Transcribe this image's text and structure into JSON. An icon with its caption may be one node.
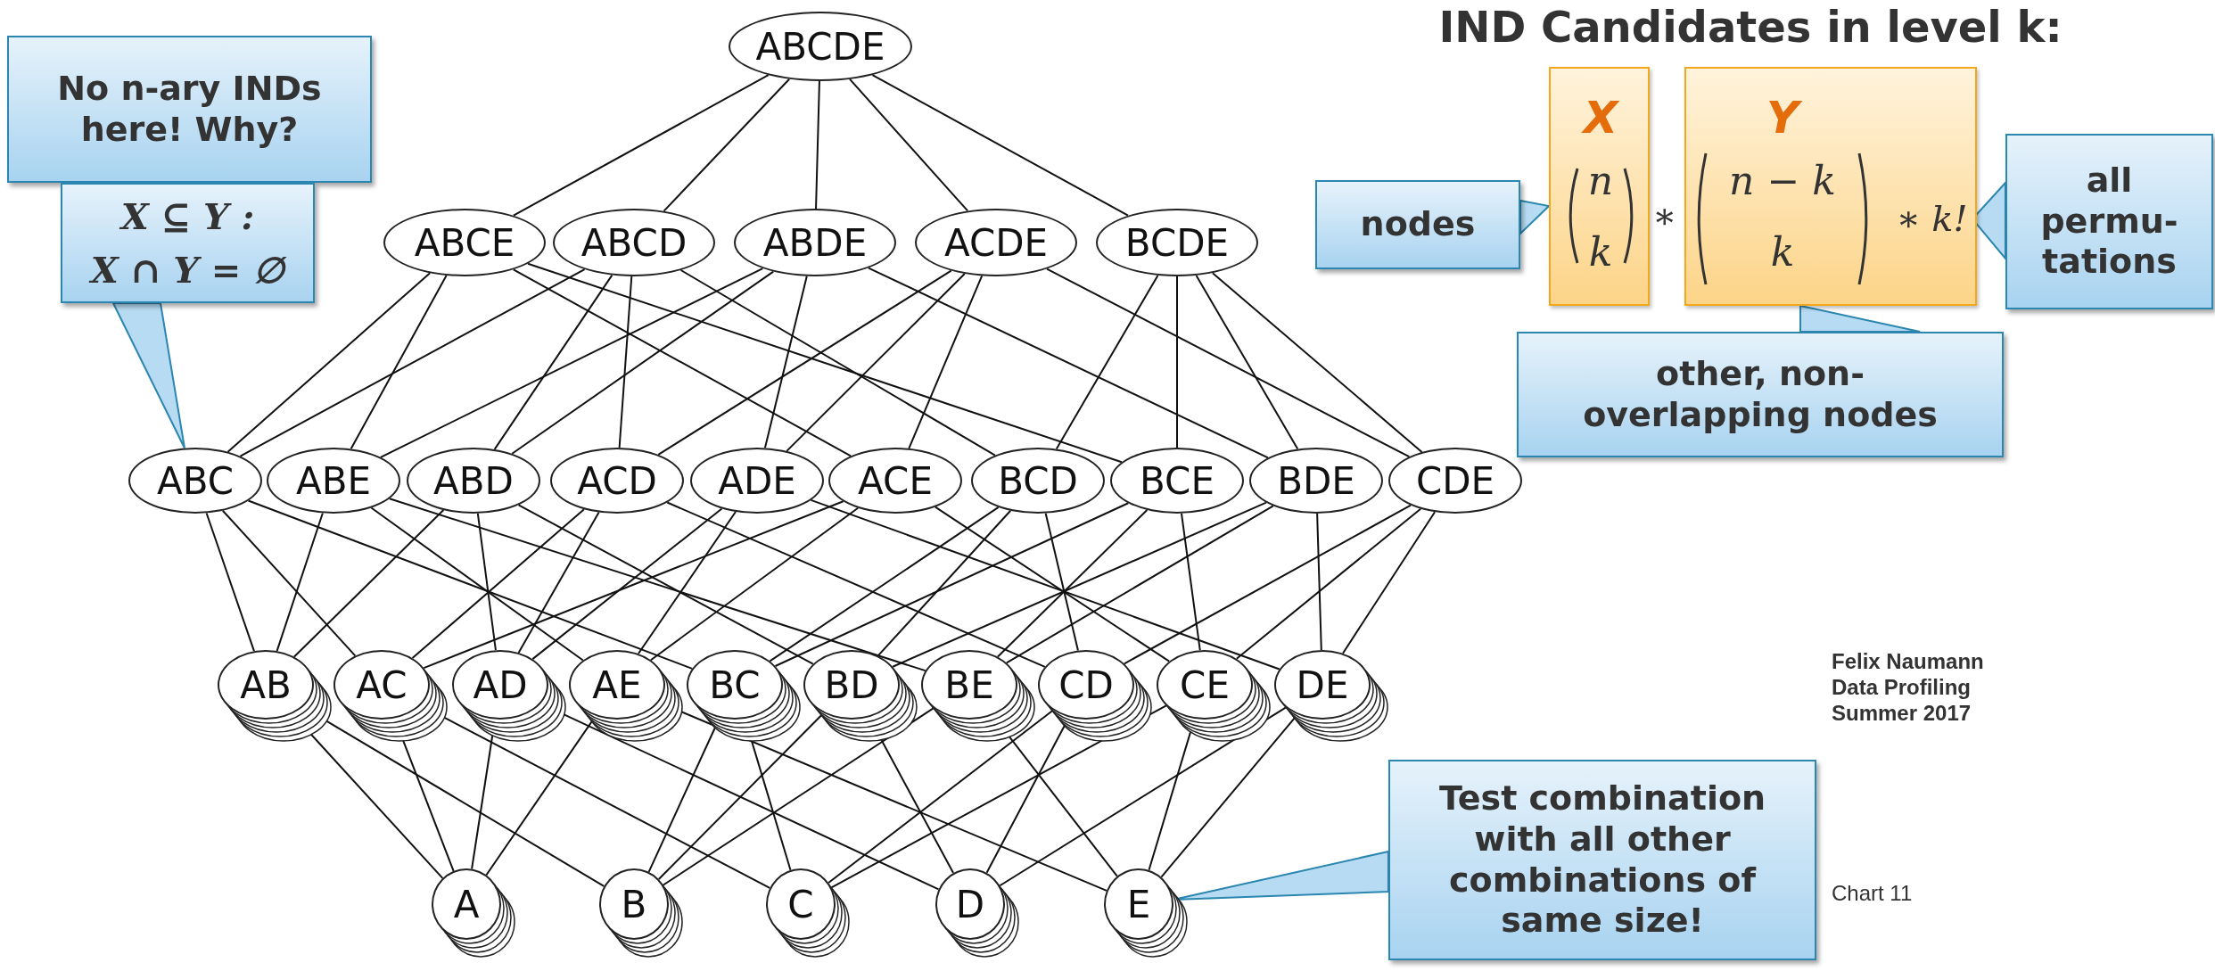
{
  "diagram": {
    "title": "IND Candidates in level k:",
    "nodes": [
      {
        "text": [
          "ABCDE"
        ]
      },
      {
        "text": [
          "ABCE"
        ]
      },
      {
        "text": [
          "ABCD"
        ]
      },
      {
        "text": [
          "ABDE"
        ]
      },
      {
        "text": [
          "ACDE"
        ]
      },
      {
        "text": [
          "BCDE"
        ]
      },
      {
        "text": [
          "ABC"
        ]
      },
      {
        "text": [
          "ABE"
        ]
      },
      {
        "text": [
          "ABD"
        ]
      },
      {
        "text": [
          "ACD"
        ]
      },
      {
        "text": [
          "ADE"
        ]
      },
      {
        "text": [
          "ACE"
        ]
      },
      {
        "text": [
          "BCD"
        ]
      },
      {
        "text": [
          "BCE"
        ]
      },
      {
        "text": [
          "BDE"
        ]
      },
      {
        "text": [
          "CDE"
        ]
      },
      {
        "text": [
          "AB"
        ]
      },
      {
        "text": [
          "AC"
        ]
      },
      {
        "text": [
          "AD"
        ]
      },
      {
        "text": [
          "AE"
        ]
      },
      {
        "text": [
          "BC"
        ]
      },
      {
        "text": [
          "BD"
        ]
      },
      {
        "text": [
          "BE"
        ]
      },
      {
        "text": [
          "CD"
        ]
      },
      {
        "text": [
          "CE"
        ]
      },
      {
        "text": [
          "DE"
        ]
      },
      {
        "text": [
          "A"
        ]
      },
      {
        "text": [
          "B"
        ]
      },
      {
        "text": [
          "C"
        ]
      },
      {
        "text": [
          "D"
        ]
      },
      {
        "text": [
          "E"
        ]
      },
      {
        "text": [
          "No n-ary INDs here! Why?"
        ]
      },
      {
        "text": [
          "X ⊆ Y :",
          "X ∩ Y = ∅"
        ]
      },
      {
        "text": [
          "Test combination with all other combinations of same size!"
        ]
      },
      {
        "text": [
          "X",
          "n",
          "k"
        ]
      },
      {
        "text": [
          "Y",
          "n − k",
          "k"
        ]
      },
      {
        "text": [
          "∗ k!"
        ],
        "in": 35
      },
      {
        "text": [
          "nodes"
        ]
      },
      {
        "text": [
          "all permu- tations"
        ]
      },
      {
        "text": [
          "other, non- overlapping nodes"
        ]
      }
    ],
    "edges": [
      {
        "from": 0,
        "to": 1,
        "arrow": "none"
      },
      {
        "from": 0,
        "to": 2,
        "arrow": "none"
      },
      {
        "from": 0,
        "to": 3,
        "arrow": "none"
      },
      {
        "from": 0,
        "to": 4,
        "arrow": "none"
      },
      {
        "from": 0,
        "to": 5,
        "arrow": "none"
      },
      {
        "from": 1,
        "to": 6,
        "arrow": "none"
      },
      {
        "from": 1,
        "to": 7,
        "arrow": "none"
      },
      {
        "from": 1,
        "to": 11,
        "arrow": "none"
      },
      {
        "from": 1,
        "to": 13,
        "arrow": "none"
      },
      {
        "from": 2,
        "to": 6,
        "arrow": "none"
      },
      {
        "from": 2,
        "to": 8,
        "arrow": "none"
      },
      {
        "from": 2,
        "to": 9,
        "arrow": "none"
      },
      {
        "from": 2,
        "to": 12,
        "arrow": "none"
      },
      {
        "from": 3,
        "to": 7,
        "arrow": "none"
      },
      {
        "from": 3,
        "to": 8,
        "arrow": "none"
      },
      {
        "from": 3,
        "to": 10,
        "arrow": "none"
      },
      {
        "from": 3,
        "to": 14,
        "arrow": "none"
      },
      {
        "from": 4,
        "to": 9,
        "arrow": "none"
      },
      {
        "from": 4,
        "to": 10,
        "arrow": "none"
      },
      {
        "from": 4,
        "to": 11,
        "arrow": "none"
      },
      {
        "from": 4,
        "to": 15,
        "arrow": "none"
      },
      {
        "from": 5,
        "to": 12,
        "arrow": "none"
      },
      {
        "from": 5,
        "to": 13,
        "arrow": "none"
      },
      {
        "from": 5,
        "to": 14,
        "arrow": "none"
      },
      {
        "from": 5,
        "to": 15,
        "arrow": "none"
      },
      {
        "from": 6,
        "to": 16,
        "arrow": "none"
      },
      {
        "from": 6,
        "to": 17,
        "arrow": "none"
      },
      {
        "from": 6,
        "to": 20,
        "arrow": "none"
      },
      {
        "from": 7,
        "to": 16,
        "arrow": "none"
      },
      {
        "from": 7,
        "to": 19,
        "arrow": "none"
      },
      {
        "from": 7,
        "to": 22,
        "arrow": "none"
      },
      {
        "from": 8,
        "to": 16,
        "arrow": "none"
      },
      {
        "from": 8,
        "to": 18,
        "arrow": "none"
      },
      {
        "from": 8,
        "to": 21,
        "arrow": "none"
      },
      {
        "from": 9,
        "to": 17,
        "arrow": "none"
      },
      {
        "from": 9,
        "to": 18,
        "arrow": "none"
      },
      {
        "from": 9,
        "to": 23,
        "arrow": "none"
      },
      {
        "from": 10,
        "to": 18,
        "arrow": "none"
      },
      {
        "from": 10,
        "to": 19,
        "arrow": "none"
      },
      {
        "from": 10,
        "to": 25,
        "arrow": "none"
      },
      {
        "from": 11,
        "to": 17,
        "arrow": "none"
      },
      {
        "from": 11,
        "to": 19,
        "arrow": "none"
      },
      {
        "from": 11,
        "to": 24,
        "arrow": "none"
      },
      {
        "from": 12,
        "to": 20,
        "arrow": "none"
      },
      {
        "from": 12,
        "to": 21,
        "arrow": "none"
      },
      {
        "from": 12,
        "to": 23,
        "arrow": "none"
      },
      {
        "from": 13,
        "to": 20,
        "arrow": "none"
      },
      {
        "from": 13,
        "to": 22,
        "arrow": "none"
      },
      {
        "from": 13,
        "to": 24,
        "arrow": "none"
      },
      {
        "from": 14,
        "to": 21,
        "arrow": "none"
      },
      {
        "from": 14,
        "to": 22,
        "arrow": "none"
      },
      {
        "from": 14,
        "to": 25,
        "arrow": "none"
      },
      {
        "from": 15,
        "to": 23,
        "arrow": "none"
      },
      {
        "from": 15,
        "to": 24,
        "arrow": "none"
      },
      {
        "from": 15,
        "to": 25,
        "arrow": "none"
      },
      {
        "from": 16,
        "to": 26,
        "arrow": "none"
      },
      {
        "from": 16,
        "to": 27,
        "arrow": "none"
      },
      {
        "from": 17,
        "to": 26,
        "arrow": "none"
      },
      {
        "from": 17,
        "to": 28,
        "arrow": "none"
      },
      {
        "from": 18,
        "to": 26,
        "arrow": "none"
      },
      {
        "from": 18,
        "to": 29,
        "arrow": "none"
      },
      {
        "from": 19,
        "to": 26,
        "arrow": "none"
      },
      {
        "from": 19,
        "to": 30,
        "arrow": "none"
      },
      {
        "from": 20,
        "to": 27,
        "arrow": "none"
      },
      {
        "from": 20,
        "to": 28,
        "arrow": "none"
      },
      {
        "from": 21,
        "to": 27,
        "arrow": "none"
      },
      {
        "from": 21,
        "to": 29,
        "arrow": "none"
      },
      {
        "from": 22,
        "to": 27,
        "arrow": "none"
      },
      {
        "from": 22,
        "to": 30,
        "arrow": "none"
      },
      {
        "from": 23,
        "to": 28,
        "arrow": "none"
      },
      {
        "from": 23,
        "to": 29,
        "arrow": "none"
      },
      {
        "from": 24,
        "to": 28,
        "arrow": "none"
      },
      {
        "from": 24,
        "to": 30,
        "arrow": "none"
      },
      {
        "from": 25,
        "to": 29,
        "arrow": "none"
      },
      {
        "from": 25,
        "to": 30,
        "arrow": "none"
      },
      {
        "from": 32,
        "to": 6,
        "arrow": "to",
        "color": "#2b86b0"
      },
      {
        "from": 33,
        "to": 30,
        "arrow": "to",
        "color": "#2b86b0"
      },
      {
        "from": 37,
        "to": 34,
        "arrow": "to",
        "color": "#2b86b0"
      },
      {
        "from": 38,
        "to": 36,
        "arrow": "to",
        "color": "#2b86b0"
      },
      {
        "from": 39,
        "to": 35,
        "arrow": "to",
        "color": "#2b86b0"
      }
    ],
    "labels": [
      "∗",
      "Felix Naumann Data Profiling Summer 2017",
      "Chart 11"
    ]
  }
}
